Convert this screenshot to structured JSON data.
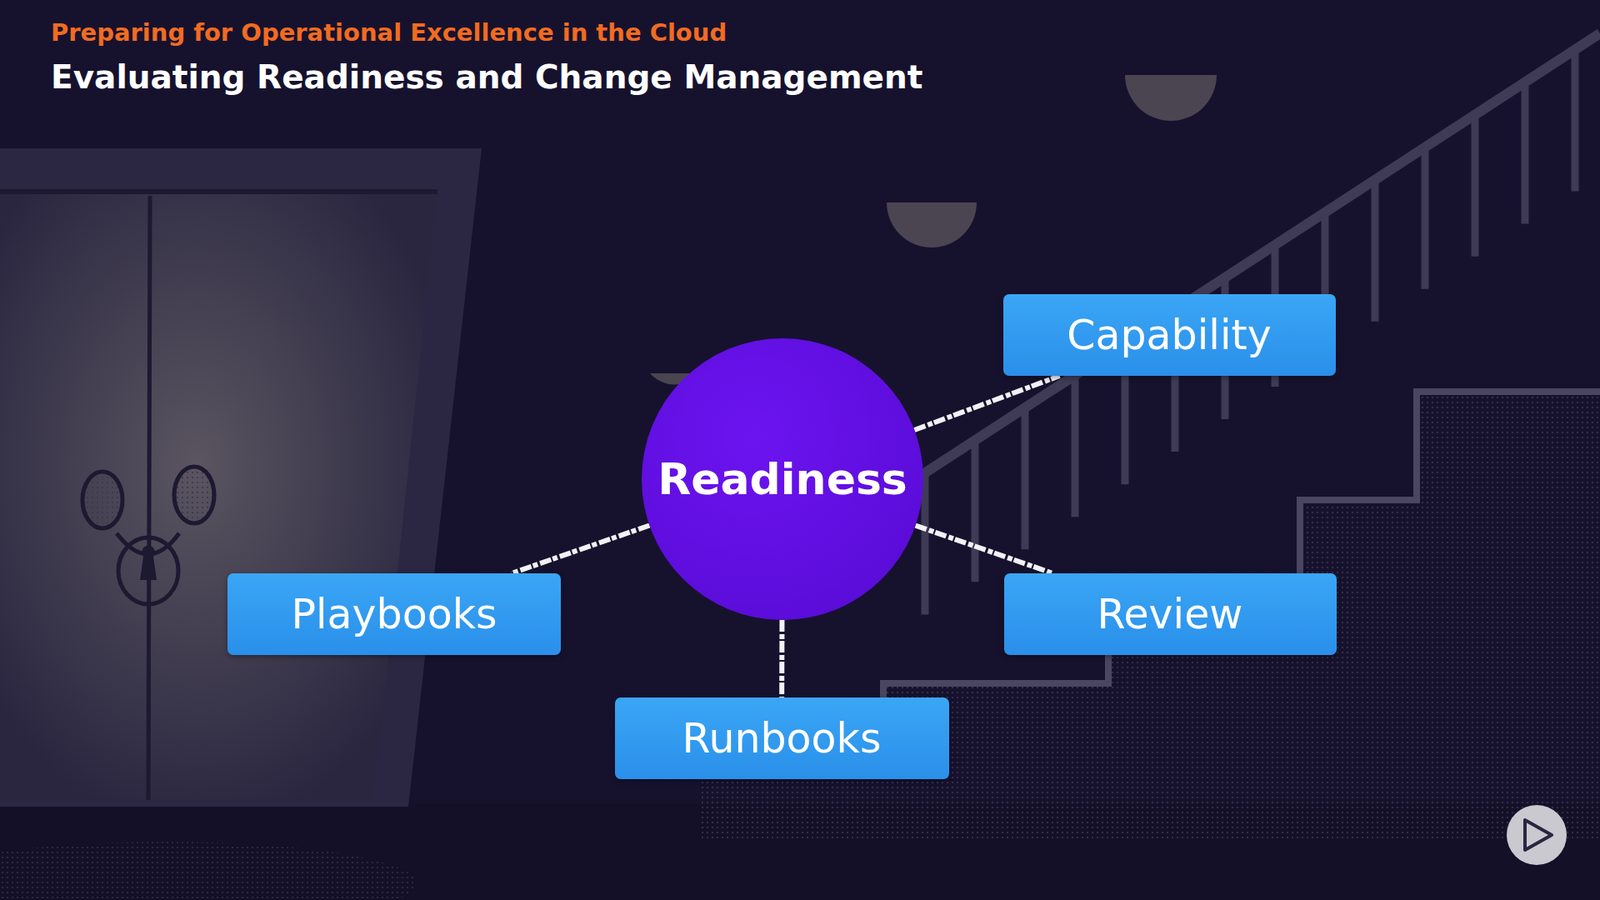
{
  "diagram": {
    "title": "Evaluating Readiness and Change Management",
    "nodes": [
      {
        "text": [
          "Capability"
        ]
      },
      {
        "text": [
          "Readiness"
        ]
      },
      {
        "text": [
          "Playbooks"
        ]
      },
      {
        "text": [
          "Review"
        ]
      },
      {
        "text": [
          "Runbooks"
        ]
      }
    ],
    "edges": [
      {
        "from": 1,
        "to": 0,
        "arrow": "none"
      },
      {
        "from": 1,
        "to": 2,
        "arrow": "none"
      },
      {
        "from": 1,
        "to": 3,
        "arrow": "none"
      },
      {
        "from": 1,
        "to": 4,
        "arrow": "none"
      }
    ],
    "labels": [
      "Preparing for Operational Excellence in the Cloud"
    ]
  }
}
